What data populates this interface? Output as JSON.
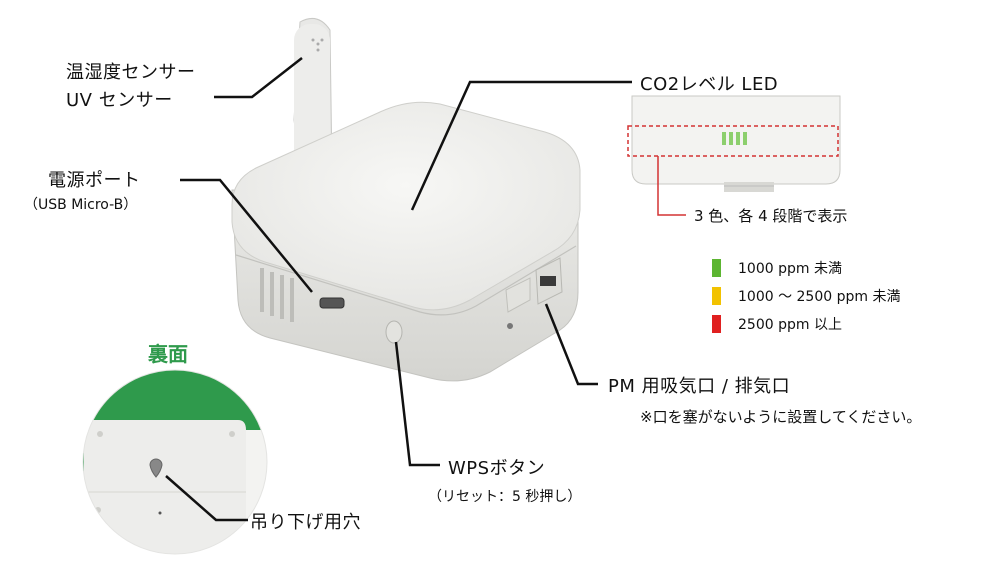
{
  "labels": {
    "temp_humidity_sensor": "温湿度センサー",
    "uv_sensor": "UV センサー",
    "power_port": "電源ポート",
    "power_port_sub": "（USB Micro-B）",
    "back_side": "裏面",
    "co2_led": "CO2レベル LED",
    "led_desc": "3 色、各 4 段階で表示",
    "pm_vent": "PM 用吸気口 / 排気口",
    "pm_vent_note": "※口を塞がないように設置してください。",
    "wps_button": "WPSボタン",
    "wps_button_sub": "（リセット：5 秒押し）",
    "hanging_hole": "吊り下げ用穴"
  },
  "legend": [
    {
      "text": "1000 ppm 未満",
      "color": "#5cb531"
    },
    {
      "text": "1000 ～ 2500 ppm 未満",
      "color": "#f2c200"
    },
    {
      "text": "2500 ppm 以上",
      "color": "#e02020"
    }
  ],
  "colors": {
    "device_body": "#ececea",
    "device_shadow": "#d6d6d3",
    "back_green": "#2f9a4c",
    "leader_line": "#111111",
    "highlight_box": "#d33333"
  }
}
